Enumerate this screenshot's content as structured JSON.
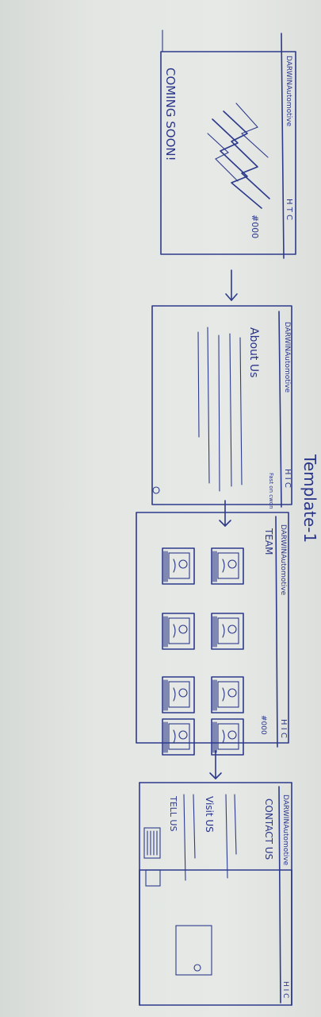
{
  "heading": "Template-1",
  "screens": [
    {
      "brand": "DARWINAutomotive",
      "nav": "H T C",
      "body": "COMING SOON!",
      "contact": "#000"
    },
    {
      "brand": "DARWINAutomotive",
      "nav": "H I C",
      "body": "About Us",
      "note": "Fast on cwon"
    },
    {
      "brand": "DARWINAutomotive",
      "nav": "H I C",
      "body": "TEAM",
      "contact": "#000"
    },
    {
      "brand": "DARWINAutomotive",
      "nav": "H I C",
      "sections": [
        "CONTACT US",
        "Visit US",
        "TELL US"
      ]
    }
  ],
  "colors": {
    "ink": "#2d3a8c",
    "paper": "#e3e6e3"
  },
  "icons": [
    "lightning-icon",
    "person-avatar-icon",
    "arrow-down-icon"
  ]
}
